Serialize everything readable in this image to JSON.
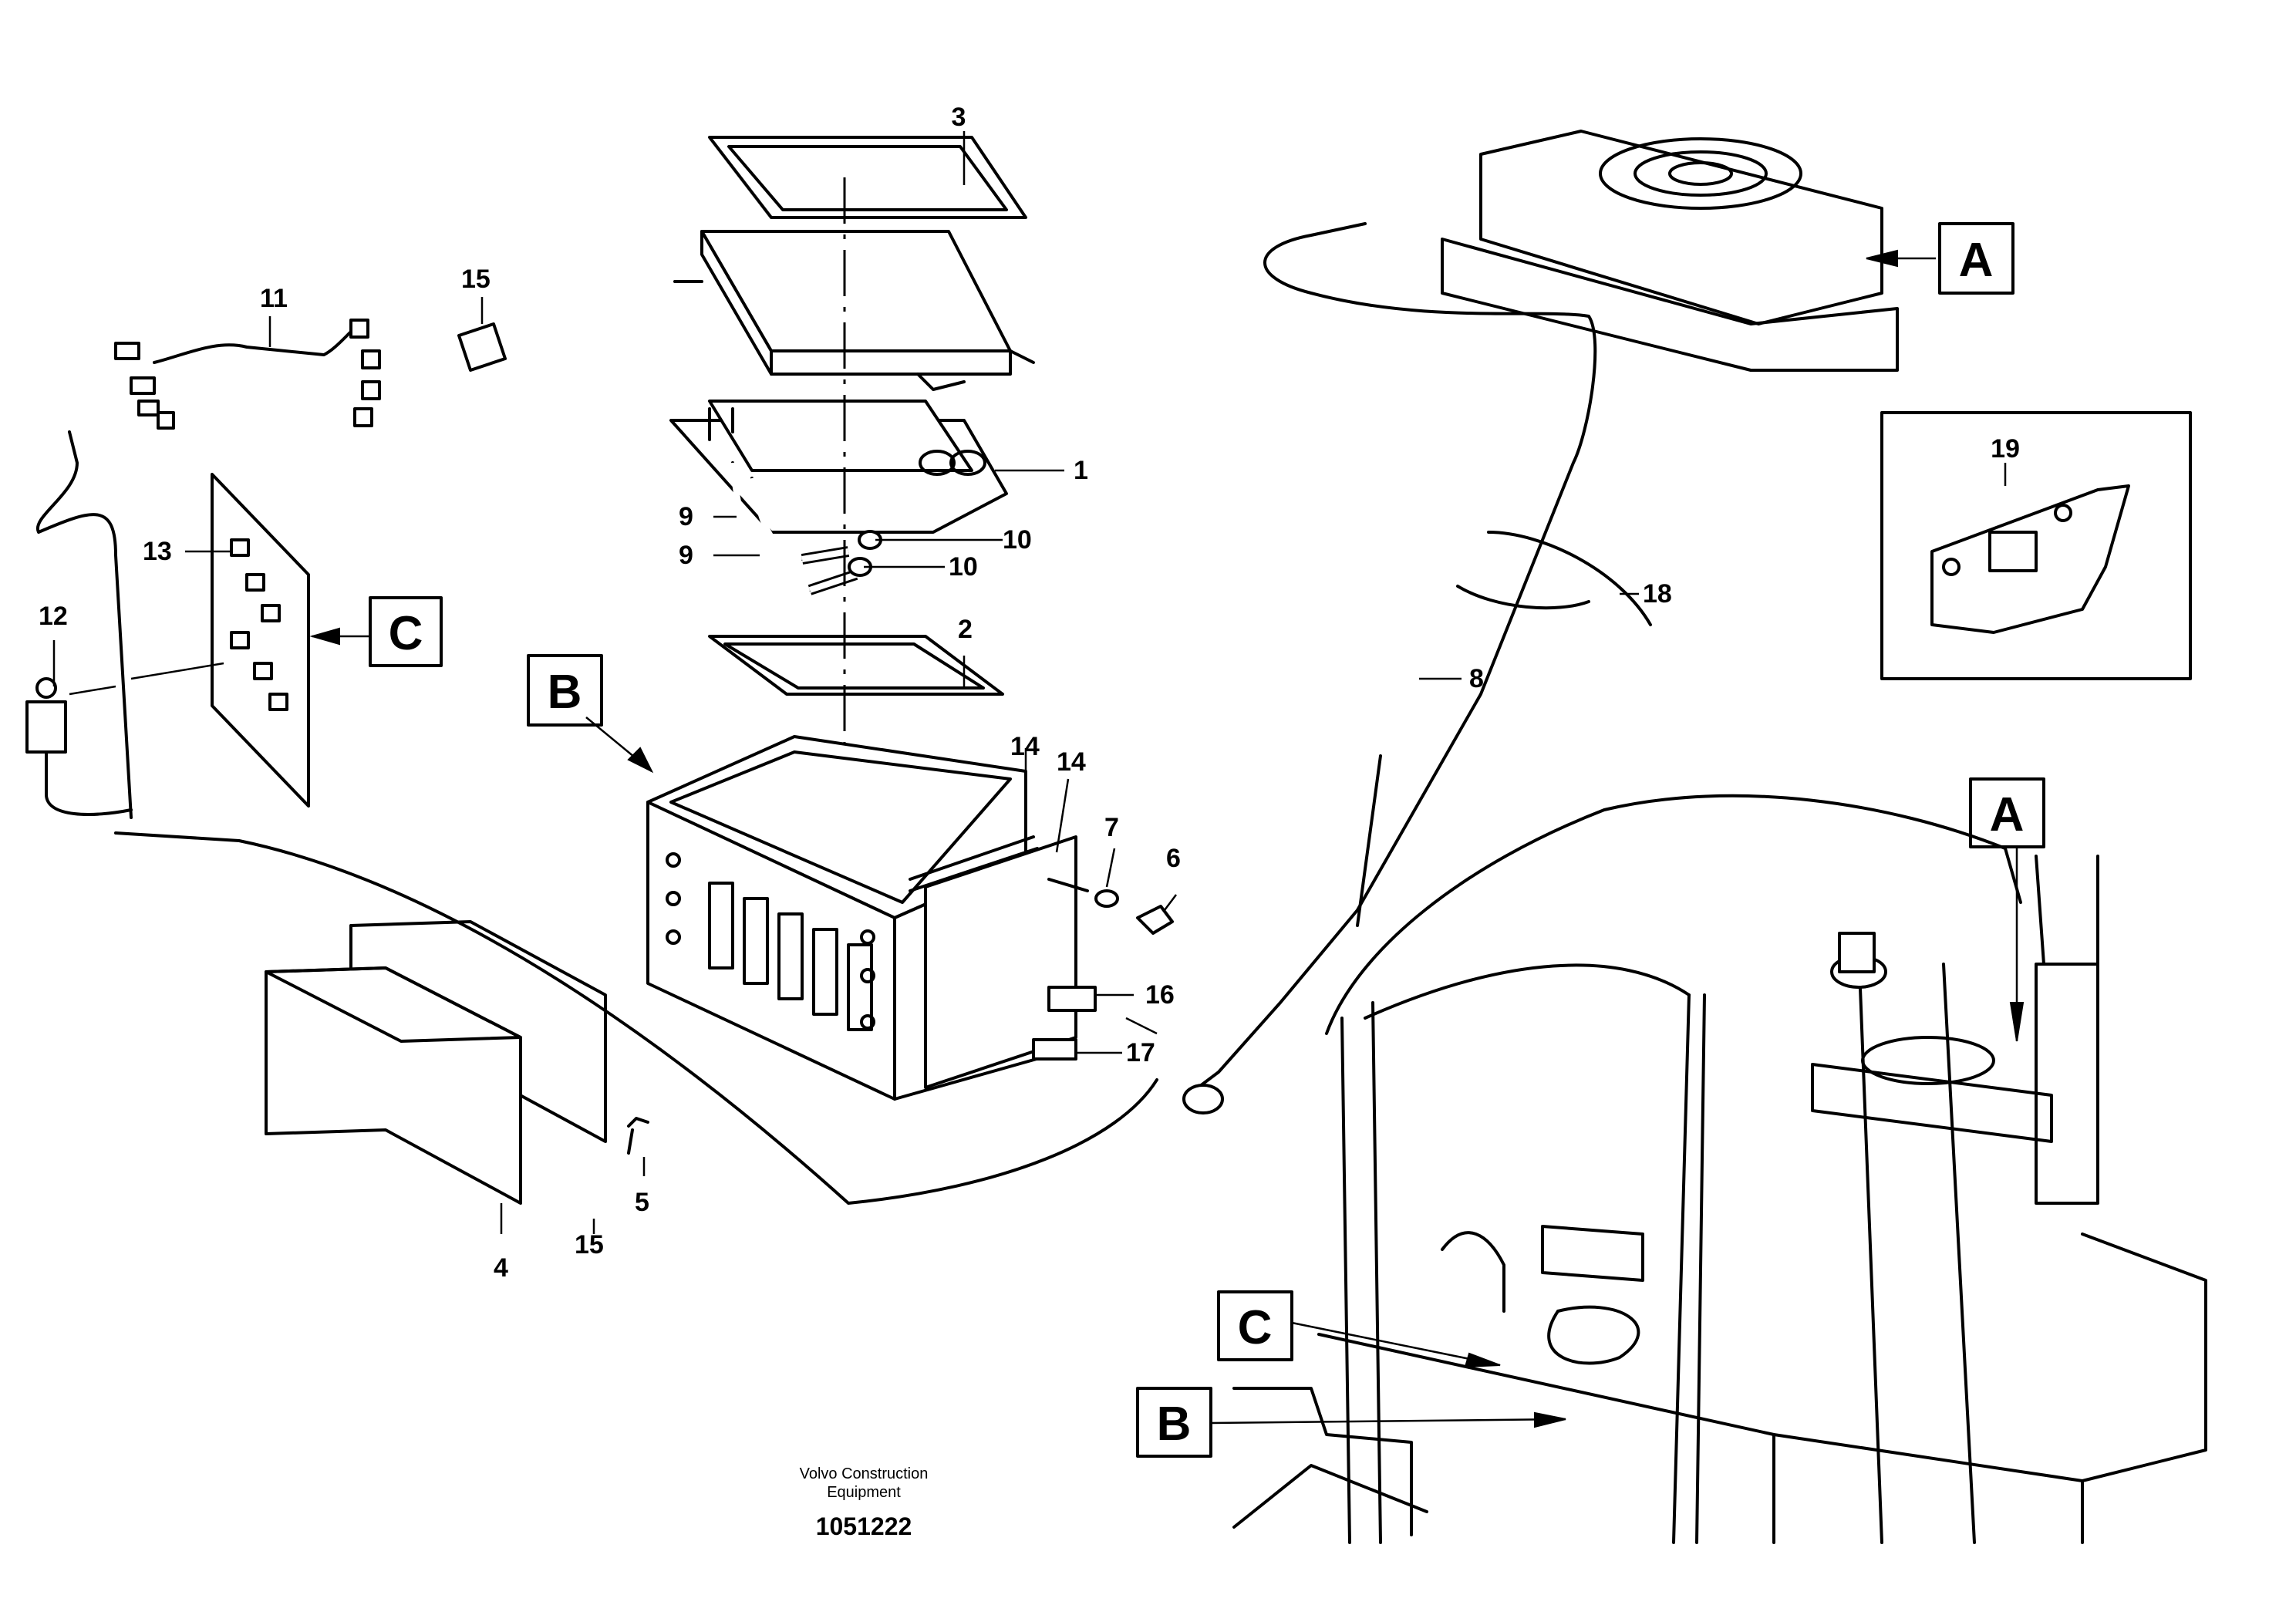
{
  "callouts": {
    "c1": "1",
    "c2": "2",
    "c3": "3",
    "c4": "4",
    "c5": "5",
    "c6": "6",
    "c7": "7",
    "c8": "8",
    "c9a": "9",
    "c9b": "9",
    "c10a": "10",
    "c10b": "10",
    "c11": "11",
    "c12": "12",
    "c13": "13",
    "c14a": "14",
    "c14b": "14",
    "c15a": "15",
    "c15b": "15",
    "c16": "16",
    "c17": "17",
    "c18": "18",
    "c19": "19"
  },
  "view_labels": {
    "a_top": "A",
    "a_cab": "A",
    "b_main": "B",
    "b_cab": "B",
    "c_main": "C",
    "c_cab": "C"
  },
  "footer": {
    "company_line1": "Volvo Construction",
    "company_line2": "Equipment",
    "drawing_number": "1051222"
  }
}
